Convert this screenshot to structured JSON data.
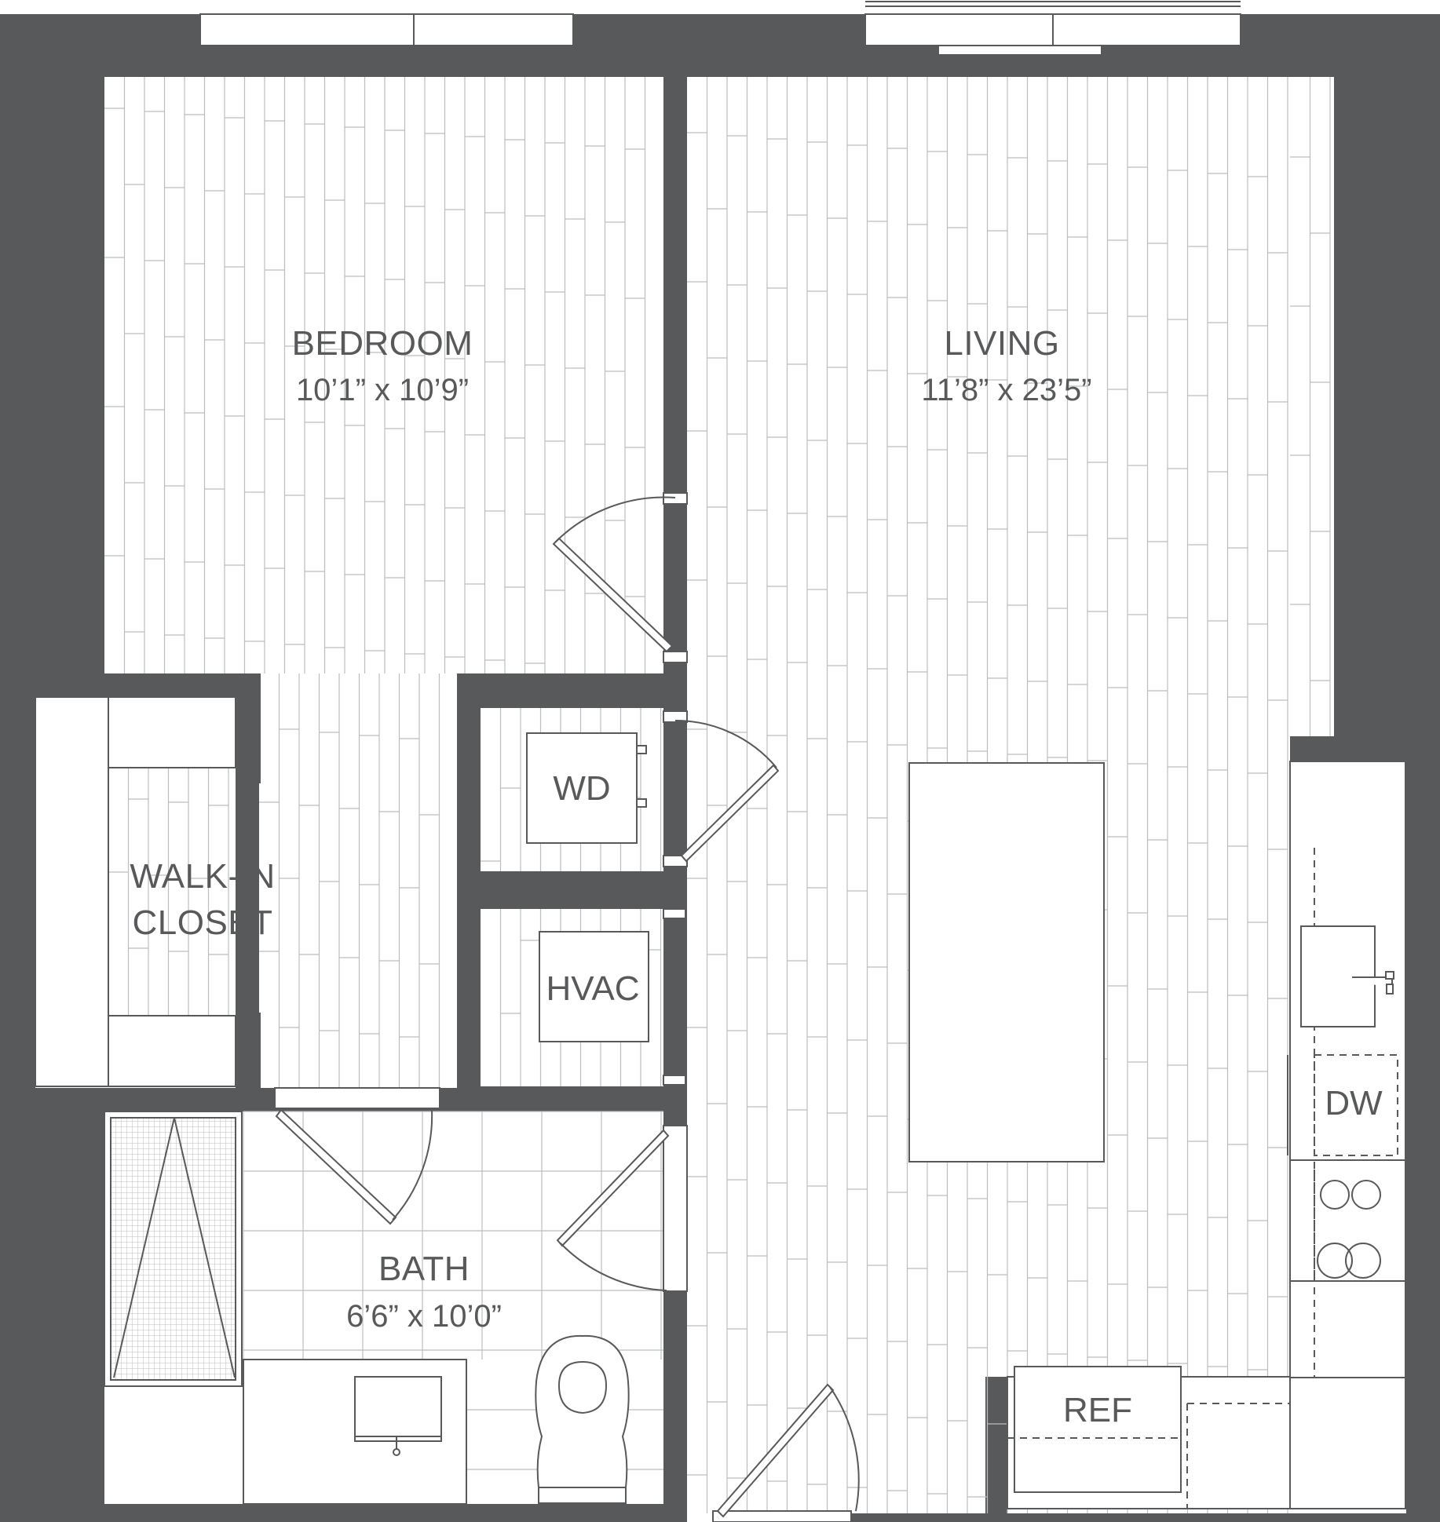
{
  "colors": {
    "wall": "#58595b",
    "line": "#58595b",
    "plank": "#bcbdbf",
    "floor": "#ffffff"
  },
  "rooms": {
    "bedroom": {
      "name": "BEDROOM",
      "dims": "10’1” x 10’9”"
    },
    "living": {
      "name": "LIVING",
      "dims": "11’8” x 23’5”"
    },
    "closet": {
      "line1": "WALK-IN",
      "line2": "CLOSET"
    },
    "bath": {
      "name": "BATH",
      "dims": "6’6” x 10’0”"
    }
  },
  "fixtures": {
    "washer_dryer": "WD",
    "hvac": "HVAC",
    "dishwasher": "DW",
    "refrigerator": "REF"
  }
}
